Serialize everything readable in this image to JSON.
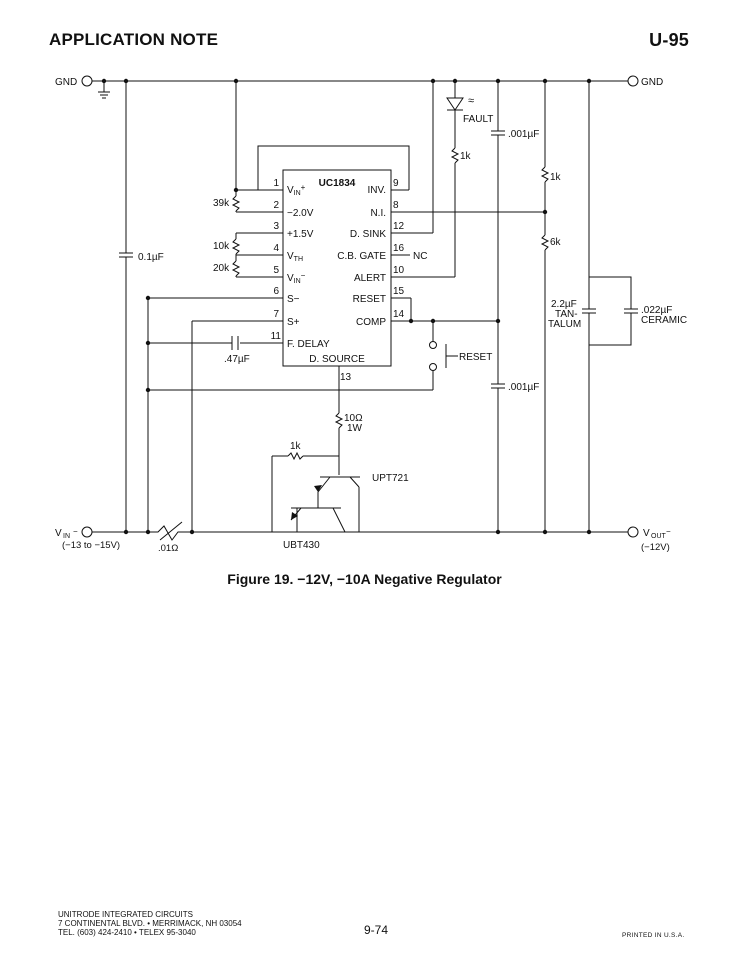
{
  "header": {
    "title": "APPLICATION NOTE",
    "page_code": "U-95"
  },
  "figure": {
    "caption": "Figure 19. −12V, −10A Negative Regulator"
  },
  "schematic": {
    "chip": {
      "name": "UC1834"
    },
    "terminals": {
      "gnd_left": "GND",
      "gnd_right": "GND",
      "vin": "V",
      "vin_sub": "IN",
      "vin_sup": "−",
      "vin_range": "(−13 to −15V)",
      "vout": "V",
      "vout_sub": "OUT",
      "vout_sup": "−",
      "vout_value": "(−12V)"
    },
    "pins": [
      {
        "num": "1",
        "label": "V",
        "sub": "IN",
        "sup": "+"
      },
      {
        "num": "2",
        "label": "−2.0V"
      },
      {
        "num": "3",
        "label": "+1.5V"
      },
      {
        "num": "4",
        "label": "V",
        "sub": "TH"
      },
      {
        "num": "5",
        "label": "V",
        "sub": "IN",
        "sup": "−"
      },
      {
        "num": "6",
        "label": "S−"
      },
      {
        "num": "7",
        "label": "S+"
      },
      {
        "num": "11",
        "label": "F. DELAY"
      },
      {
        "num": "9",
        "label": "INV."
      },
      {
        "num": "8",
        "label": "N.I."
      },
      {
        "num": "12",
        "label": "D. SINK"
      },
      {
        "num": "16",
        "label": "C.B. GATE"
      },
      {
        "num": "10",
        "label": "ALERT"
      },
      {
        "num": "15",
        "label": "RESET"
      },
      {
        "num": "14",
        "label": "COMP"
      },
      {
        "num": "13",
        "label": "D. SOURCE"
      }
    ],
    "components": {
      "c_in": "0.1µF",
      "r_39k": "39k",
      "r_10k": "10k",
      "r_20k": "20k",
      "c_delay": ".47µF",
      "r_shunt": ".01Ω",
      "fault": "FAULT",
      "r_led": "1k",
      "c_001_top": ".001µF",
      "c_001_bottom": ".001µF",
      "r_div_top": "1k",
      "r_div_bottom": "6k",
      "c_tant_value": "2.2µF",
      "c_tant_type_a": "TAN-",
      "c_tant_type_b": "TALUM",
      "c_cer_value": ".022µF",
      "c_cer_type": "CERAMIC",
      "nc": "NC",
      "reset": "RESET",
      "r_10ohm_value": "10Ω",
      "r_10ohm_power": "1W",
      "r_base": "1k",
      "q_driver": "UPT721",
      "q_pass": "UBT430"
    }
  },
  "footer": {
    "company": "UNITRODE INTEGRATED CIRCUITS",
    "address": "7 CONTINENTAL BLVD. • MERRIMACK, NH 03054",
    "phone": "TEL. (603) 424-2410 • TELEX 95-3040",
    "page_number": "9-74",
    "printed": "PRINTED IN U.S.A."
  }
}
